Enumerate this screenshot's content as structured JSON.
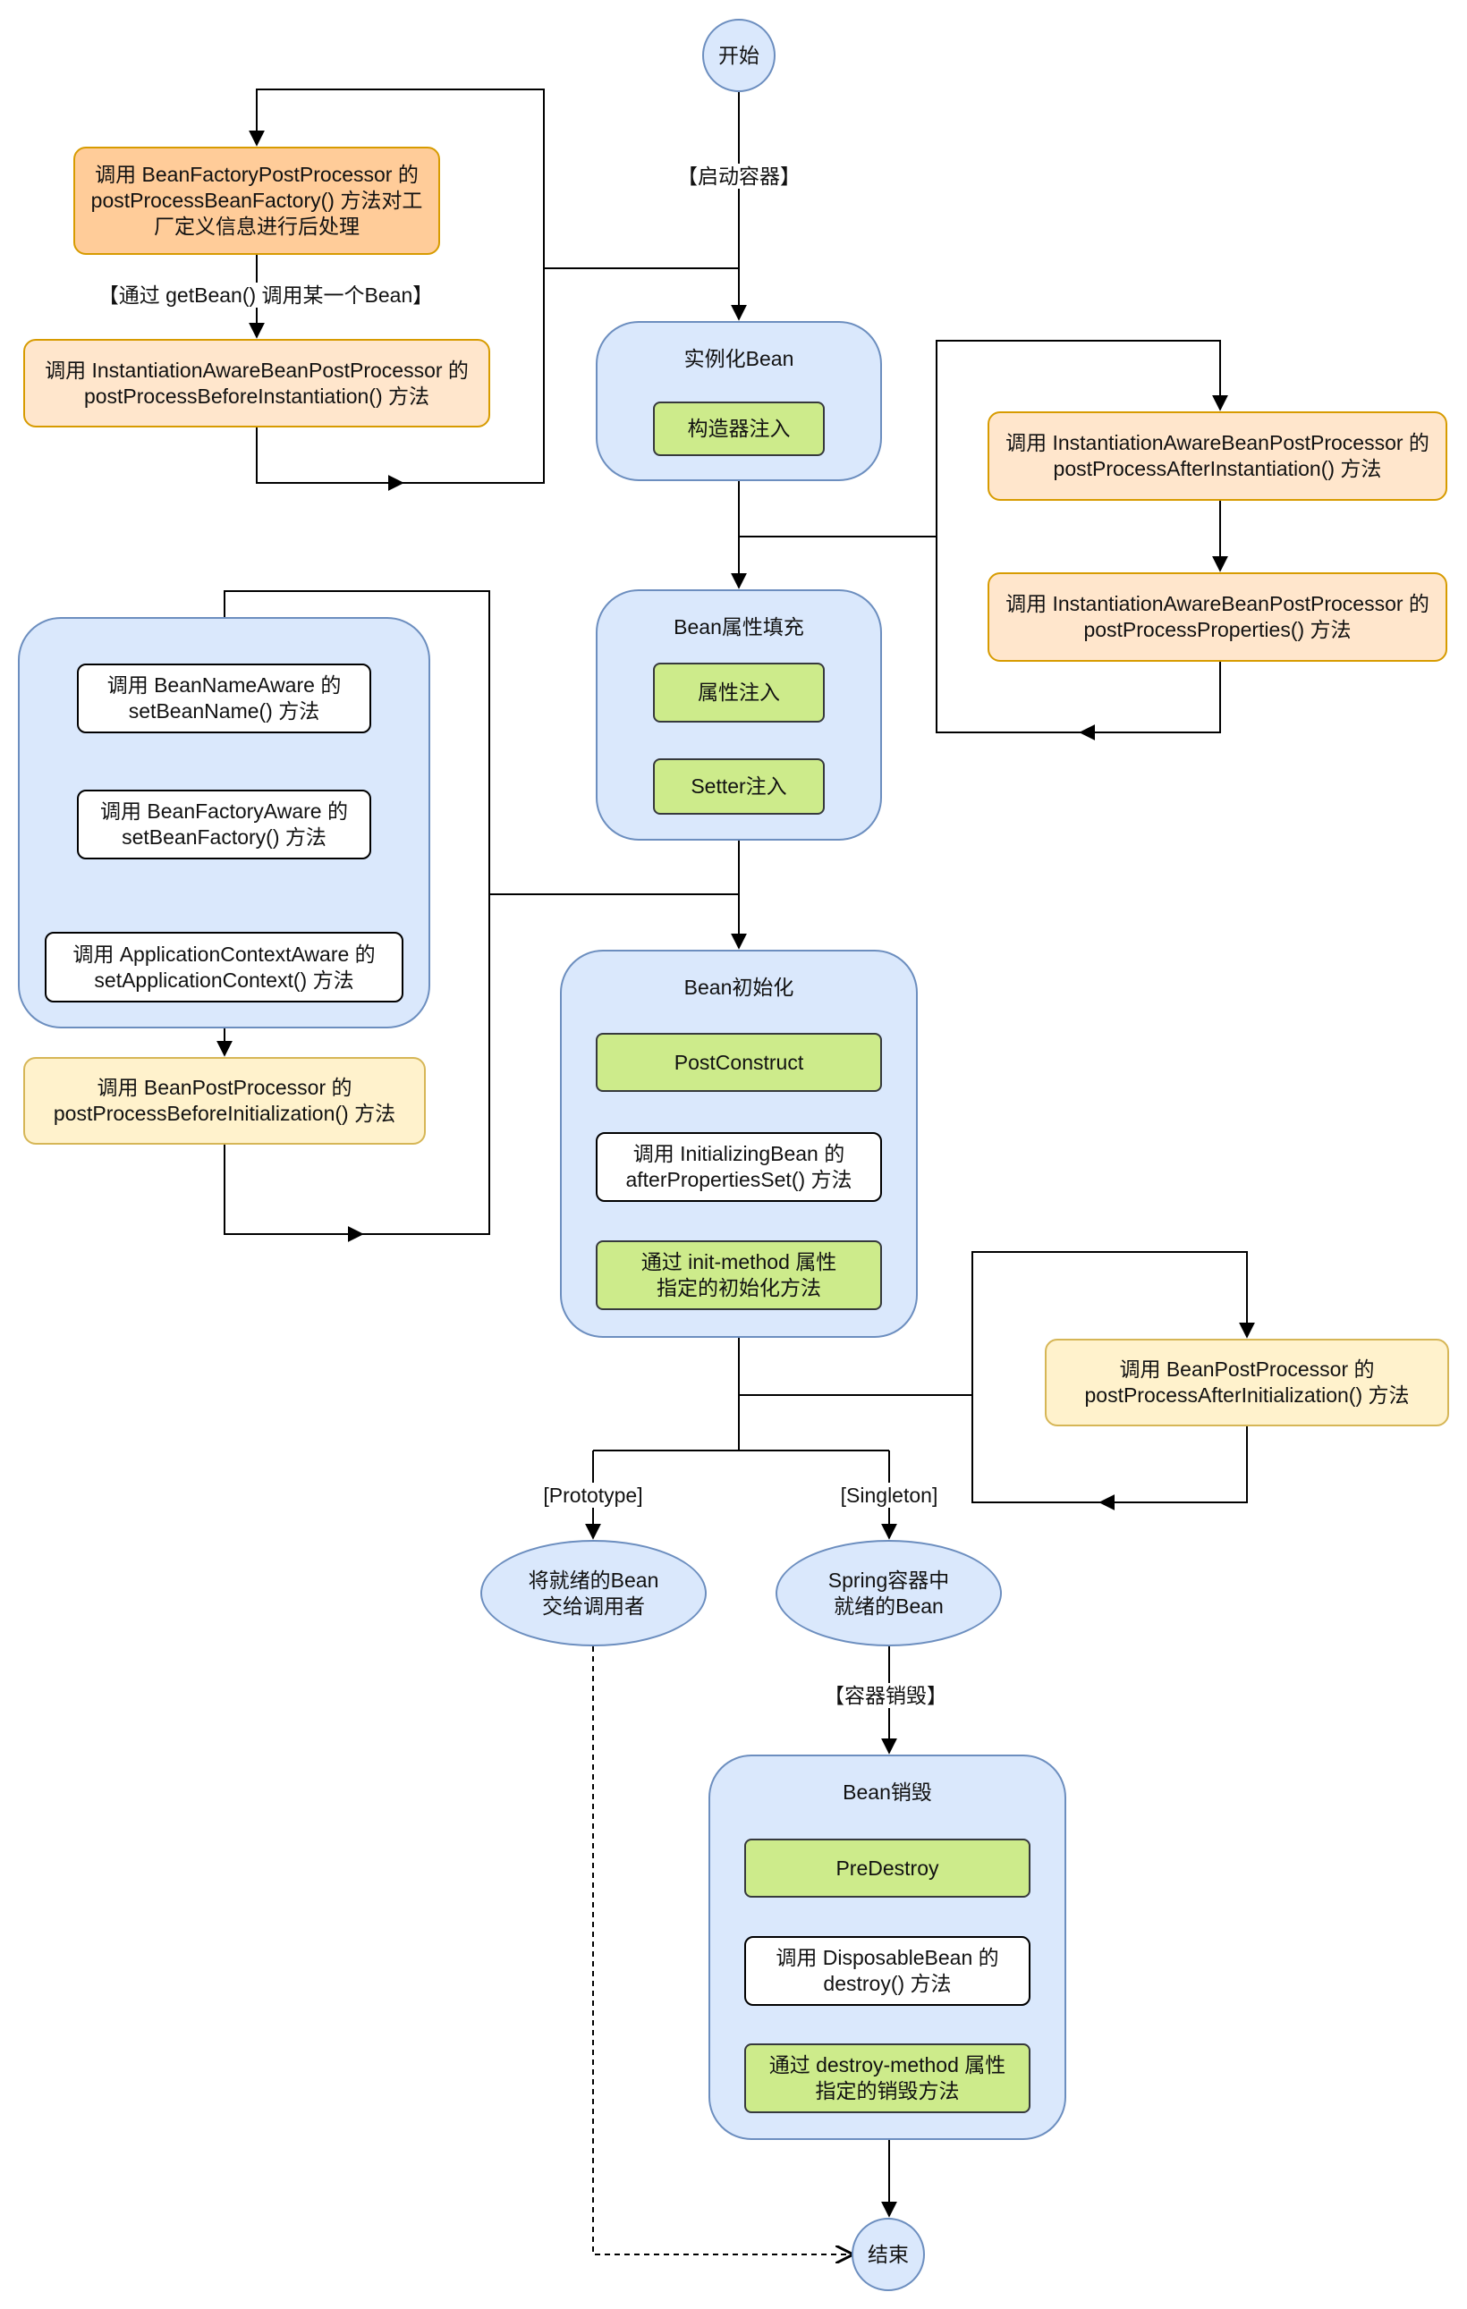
{
  "colors": {
    "blue_fill": "#dae8fc",
    "blue_stroke": "#6c8ebf",
    "green_fill": "#cdeb8b",
    "orange_fill": "#ffcc99",
    "light_orange_fill": "#ffe6cc",
    "yellow_fill": "#fff2cc"
  },
  "nodes": {
    "start": "开始",
    "bfpp": "调用 BeanFactoryPostProcessor 的\npostProcessBeanFactory() 方法对工\n厂定义信息进行后处理",
    "iabpp_before": "调用 InstantiationAwareBeanPostProcessor 的\npostProcessBeforeInstantiation() 方法",
    "instantiate": "实例化Bean",
    "constructor_inject": "构造器注入",
    "iabpp_after": "调用 InstantiationAwareBeanPostProcessor 的\npostProcessAfterInstantiation() 方法",
    "iabpp_props": "调用 InstantiationAwareBeanPostProcessor 的\npostProcessProperties() 方法",
    "populate": "Bean属性填充",
    "property_inject": "属性注入",
    "setter_inject": "Setter注入",
    "bean_name_aware": "调用 BeanNameAware 的\nsetBeanName() 方法",
    "bean_factory_aware": "调用 BeanFactoryAware 的\nsetBeanFactory() 方法",
    "app_ctx_aware": "调用 ApplicationContextAware 的\nsetApplicationContext() 方法",
    "bpp_before": "调用 BeanPostProcessor 的\npostProcessBeforeInitialization() 方法",
    "init": "Bean初始化",
    "post_construct": "PostConstruct",
    "initializing_bean": "调用 InitializingBean 的\nafterPropertiesSet() 方法",
    "init_method": "通过 init-method 属性\n指定的初始化方法",
    "bpp_after": "调用 BeanPostProcessor 的\npostProcessAfterInitialization() 方法",
    "prototype_ready": "将就绪的Bean\n交给调用者",
    "singleton_ready": "Spring容器中\n就绪的Bean",
    "destroy": "Bean销毁",
    "pre_destroy": "PreDestroy",
    "disposable_bean": "调用 DisposableBean 的\ndestroy() 方法",
    "destroy_method": "通过 destroy-method 属性\n指定的销毁方法",
    "end": "结束"
  },
  "edge_labels": {
    "start_container": "【启动容器】",
    "get_bean": "【通过 getBean() 调用某一个Bean】",
    "prototype": "[Prototype]",
    "singleton": "[Singleton]",
    "container_destroy": "【容器销毁】"
  }
}
